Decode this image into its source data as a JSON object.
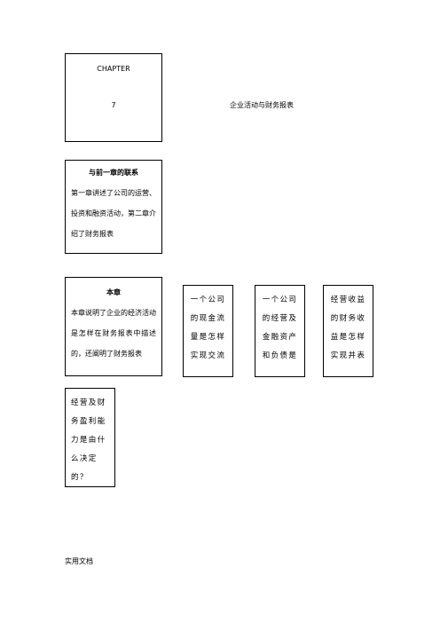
{
  "chapter": {
    "label": "CHAPTER",
    "number": "7",
    "title": "企业活动与财务报表"
  },
  "previous_chapter": {
    "heading": "与前一章的联系",
    "text": "第一章讲述了公司的运营、投资和融资活动，第二章介绍了财务报表"
  },
  "this_chapter": {
    "heading": "本章",
    "text": "本章说明了企业的经济活动是怎样在财务报表中描述的，还阐明了财务报表"
  },
  "questions": [
    "一个公司的现金流量是怎样实现交流",
    "一个公司的经营及金融资产和负债是",
    "经营收益的财务收益是怎样实现并表",
    "经营及财务盈利能力是由什么决定的？"
  ],
  "footer": {
    "text": "实用文档"
  }
}
